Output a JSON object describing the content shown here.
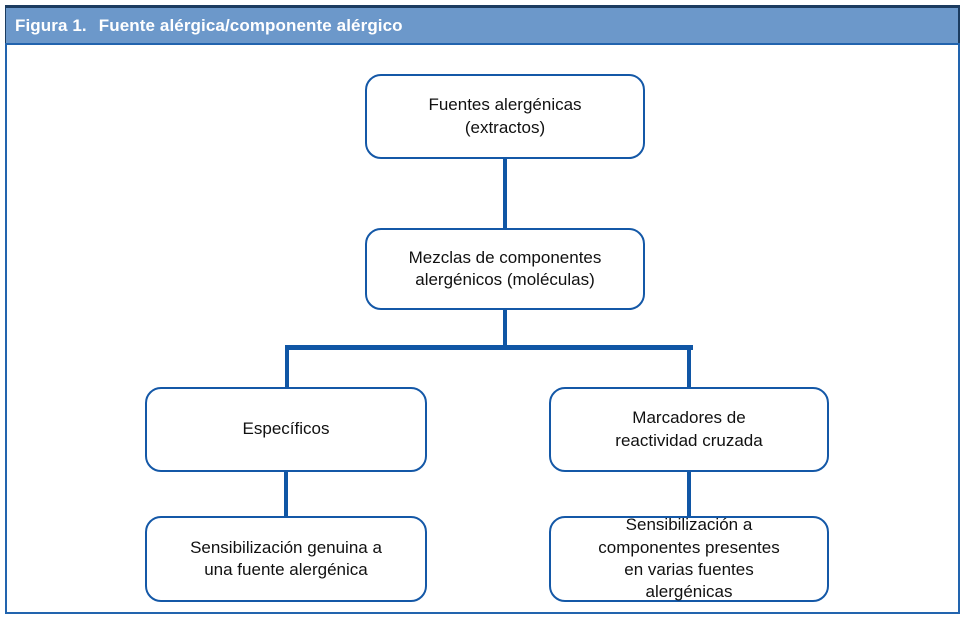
{
  "header": {
    "figure_label": "Figura 1.",
    "title": "Fuente alérgica/componente alérgico"
  },
  "colors": {
    "background": "#ffffff",
    "header_bar": "#6c98ca",
    "header_top_border": "#1c3c60",
    "header_text": "#ffffff",
    "panel_border": "#2264ae",
    "node_border": "#1458a7",
    "connector": "#1056a5",
    "node_text": "#111111"
  },
  "diagram": {
    "nodes": {
      "root": {
        "label": "Fuentes alergénicas\n(extractos)"
      },
      "mixtures": {
        "label": "Mezclas de componentes\nalergénicos (moléculas)"
      },
      "specific": {
        "label": "Específicos"
      },
      "markers": {
        "label": "Marcadores de\nreactividad cruzada"
      },
      "genuine": {
        "label": "Sensibilización genuina a\nuna fuente alergénica"
      },
      "cross": {
        "label": "Sensibilización a\ncomponentes presentes\nen varias fuentes\nalergénicas"
      }
    },
    "edges": [
      {
        "from": "root",
        "to": "mixtures"
      },
      {
        "from": "mixtures",
        "to": "specific"
      },
      {
        "from": "mixtures",
        "to": "markers"
      },
      {
        "from": "specific",
        "to": "genuine"
      },
      {
        "from": "markers",
        "to": "cross"
      }
    ]
  }
}
